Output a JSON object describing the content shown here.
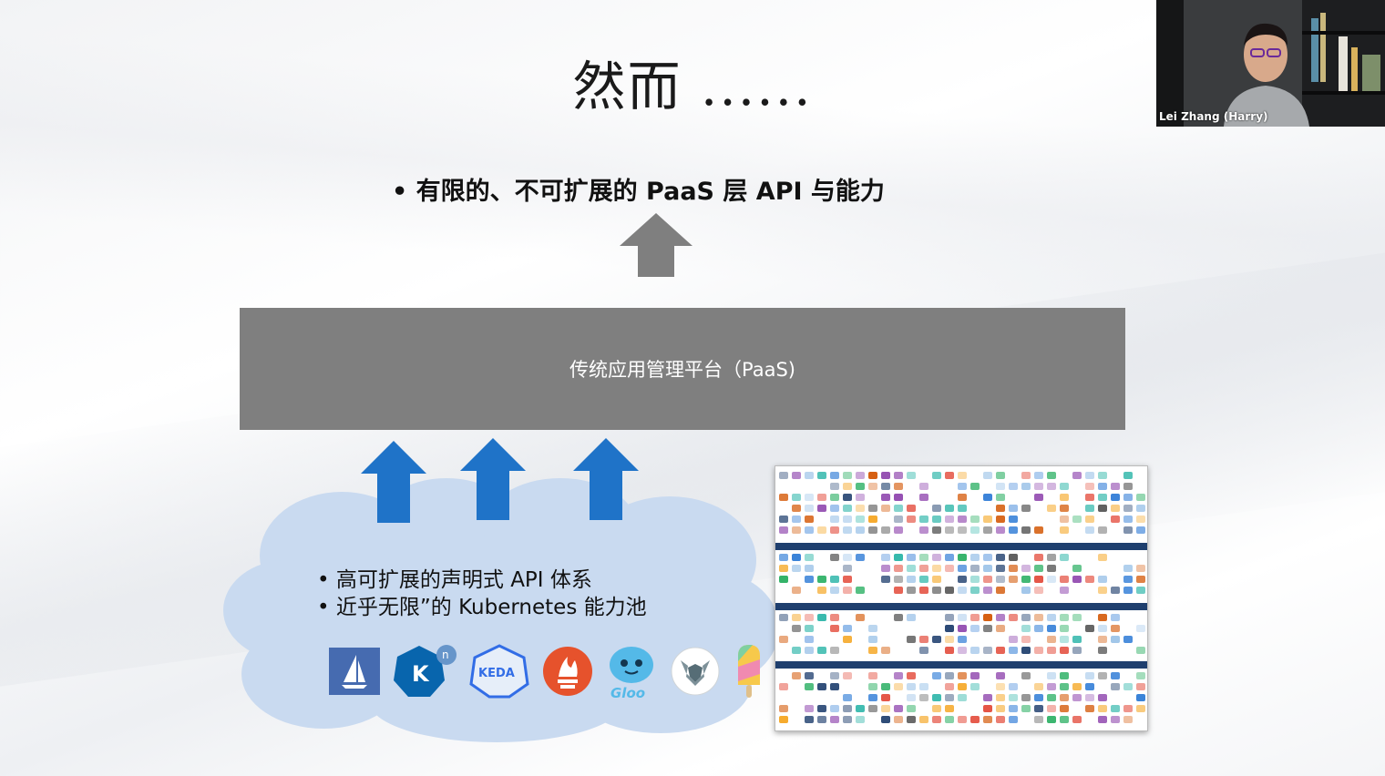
{
  "slide": {
    "title": "然而 ......",
    "top_bullet": "• 有限的、不可扩展的 PaaS 层 API 与能力",
    "paas_box_label": "传统应用管理平台（PaaS)",
    "cloud_bullets": [
      "•  高可扩展的声明式 API 体系",
      "•  近乎无限”的 Kubernetes 能力池"
    ],
    "logos": [
      {
        "name": "istio-logo",
        "color": "#466bb0"
      },
      {
        "name": "knative-logo",
        "color": "#0865ad"
      },
      {
        "name": "keda-logo",
        "color": "#326de6",
        "text": "KEDA"
      },
      {
        "name": "prometheus-logo",
        "color": "#e6522c"
      },
      {
        "name": "gloo-logo",
        "color": "#54b9e8",
        "text": "Gloo"
      },
      {
        "name": "open-policy-agent-logo",
        "color": "#7d9199"
      },
      {
        "name": "popsicle-logo",
        "color": "#f7c94b"
      }
    ]
  },
  "webcam": {
    "participant_name": "Lei Zhang (Harry)"
  },
  "colors": {
    "paas_box": "#7f7f7f",
    "blue_arrow": "#1f73c8",
    "gray_arrow": "#7f7f7f",
    "cloud": "#c9daf0"
  }
}
